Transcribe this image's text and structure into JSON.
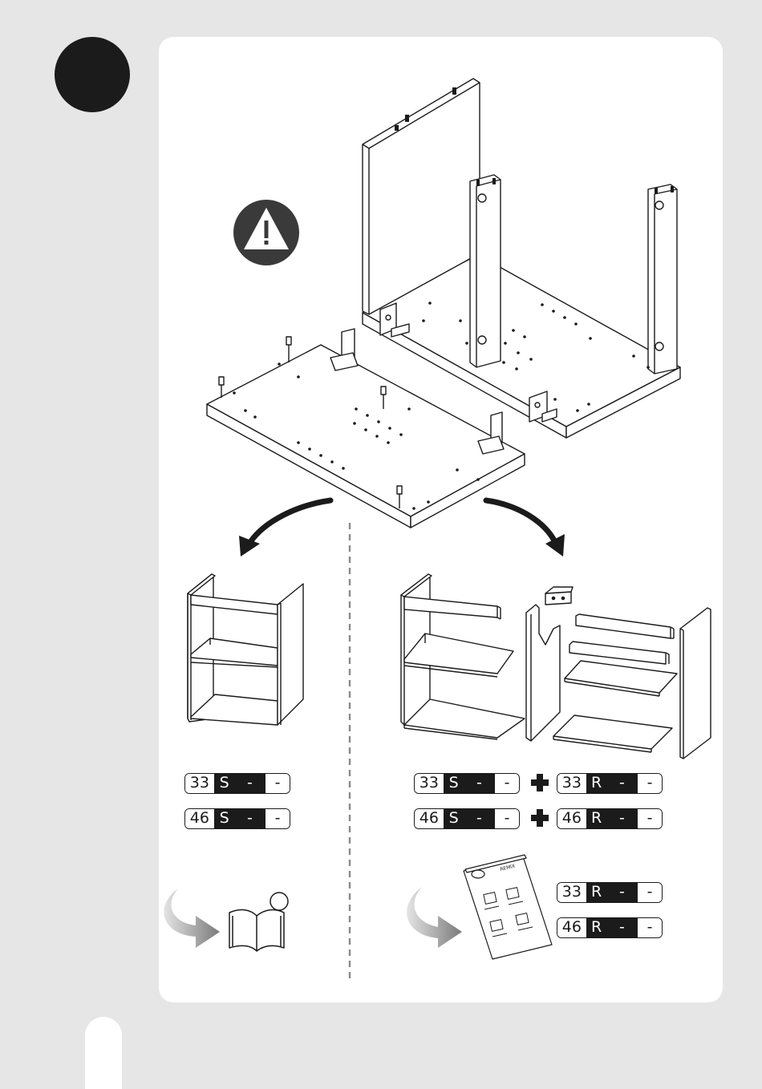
{
  "labels": {
    "left_s33": {
      "num": "33",
      "letter": "S",
      "dash1": "-",
      "dash2": "-"
    },
    "left_s46": {
      "num": "46",
      "letter": "S",
      "dash1": "-",
      "dash2": "-"
    },
    "right_s33": {
      "num": "33",
      "letter": "S",
      "dash1": "-",
      "dash2": "-"
    },
    "right_r33": {
      "num": "33",
      "letter": "R",
      "dash1": "-",
      "dash2": "-"
    },
    "right_s46": {
      "num": "46",
      "letter": "S",
      "dash1": "-",
      "dash2": "-"
    },
    "right_r46": {
      "num": "46",
      "letter": "R",
      "dash1": "-",
      "dash2": "-"
    },
    "manual_r33": {
      "num": "33",
      "letter": "R",
      "dash1": "-",
      "dash2": "-"
    },
    "manual_r46": {
      "num": "46",
      "letter": "R",
      "dash1": "-",
      "dash2": "-"
    }
  },
  "manual_booklet_title": "REMIX",
  "icons": {
    "warning": "warning-triangle-icon",
    "step": "step-number-circle",
    "book": "open-book-icon",
    "leaflet": "instruction-leaflet-icon",
    "curved_arrow": "curved-arrow-icon",
    "plus": "plus-icon"
  },
  "colors": {
    "background": "#e6e6e6",
    "card": "#ffffff",
    "ink": "#1b1b1b",
    "warning_badge": "#3a3a3a",
    "arrow_gradient_start": "#e4e4e4",
    "arrow_gradient_end": "#7a7a7a"
  }
}
